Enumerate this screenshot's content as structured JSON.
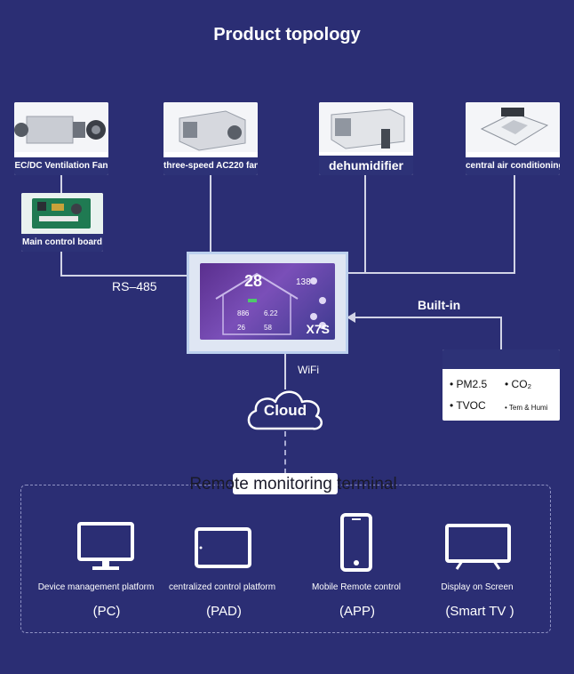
{
  "title": "Product topology",
  "devices": [
    {
      "label": "EC/DC Ventilation Fan",
      "icon": "ventilation-fan-image"
    },
    {
      "label": "three-speed AC220 fan",
      "icon": "ac220-fan-image"
    },
    {
      "label": "dehumidifier",
      "icon": "dehumidifier-image"
    },
    {
      "label": "central air conditioning",
      "icon": "cassette-ac-image"
    },
    {
      "label": "Main control board",
      "icon": "control-board-image"
    }
  ],
  "bus_label": "RS–485",
  "builtin_label": "Built-in",
  "panel": {
    "model": "X7S",
    "readouts": {
      "main": "28",
      "top_right": "138",
      "left_mid": "886",
      "right_mid": "6.22",
      "bottom_left": "26",
      "bottom_mid": "58"
    }
  },
  "sensors": {
    "pm25": "PM2.5",
    "co2": "CO₂",
    "tvoc": "TVOC",
    "temhumi": "Tem & Humi"
  },
  "wifi_label": "WiFi",
  "cloud_label": "Cloud",
  "remote": {
    "title": "Remote monitoring terminal",
    "terminals": [
      {
        "label": "Device management platform",
        "sub": "(PC)",
        "icon": "monitor-icon"
      },
      {
        "label": "centralized control platform",
        "sub": "(PAD)",
        "icon": "tablet-icon"
      },
      {
        "label": "Mobile Remote control",
        "sub": "(APP)",
        "icon": "phone-icon"
      },
      {
        "label": "Display on Screen",
        "sub": "(Smart TV )",
        "icon": "tv-icon"
      }
    ]
  },
  "colors": {
    "background": "#2b2e74",
    "caption_bar": "#2d3277",
    "line": "#d2d4e6"
  }
}
